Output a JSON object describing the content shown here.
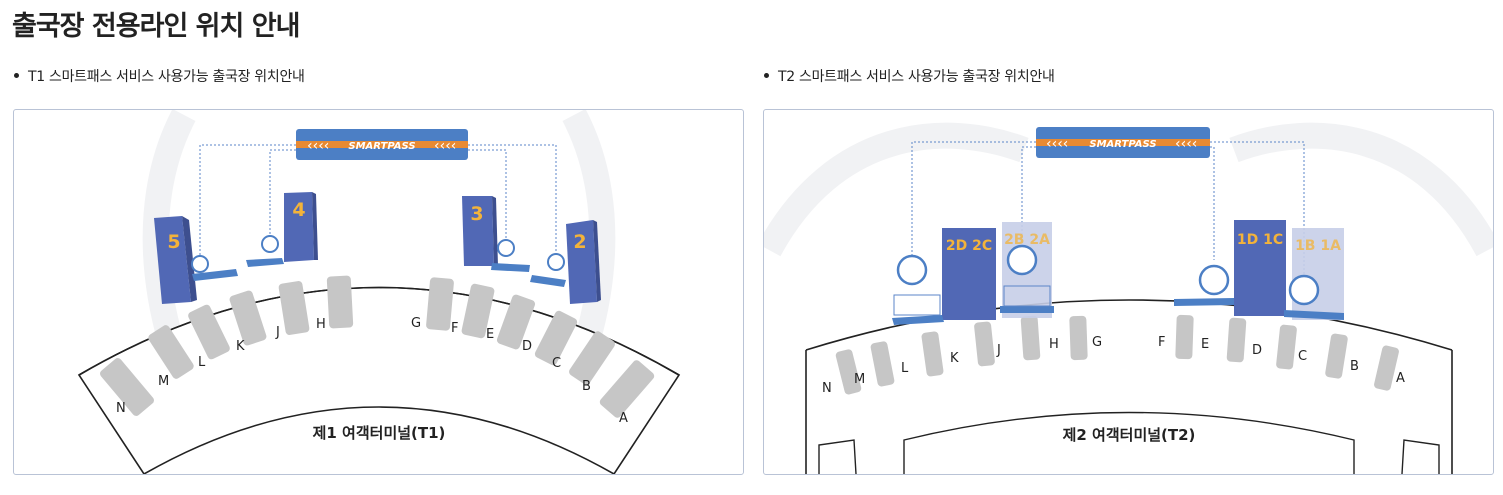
{
  "page": {
    "title": "출국장 전용라인 위치 안내"
  },
  "sections": [
    {
      "label": "T1 스마트패스 서비스 사용가능 출국장 위치안내",
      "brand": "SMARTPASS",
      "terminal_name": "제1 여객터미널(T1)",
      "departures": [
        "5",
        "4",
        "3",
        "2"
      ],
      "gates": [
        "A",
        "B",
        "C",
        "D",
        "E",
        "F",
        "G",
        "H",
        "J",
        "K",
        "L",
        "M",
        "N"
      ]
    },
    {
      "label": "T2 스마트패스 서비스 사용가능 출국장 위치안내",
      "brand": "SMARTPASS",
      "terminal_name": "제2 여객터미널(T2)",
      "departures": [
        "2D 2C",
        "2B 2A",
        "1D 1C",
        "1B 1A"
      ],
      "gates": [
        "A",
        "B",
        "C",
        "D",
        "E",
        "F",
        "G",
        "H",
        "J",
        "K",
        "L",
        "M",
        "N"
      ]
    }
  ],
  "colors": {
    "pillar": "#5168b5",
    "pillar_light": "#c7cee8",
    "gate": "#c6c6c6",
    "banner": "#4c7fc5",
    "banner_stripe": "#e88a33",
    "number": "#f3b33a"
  }
}
